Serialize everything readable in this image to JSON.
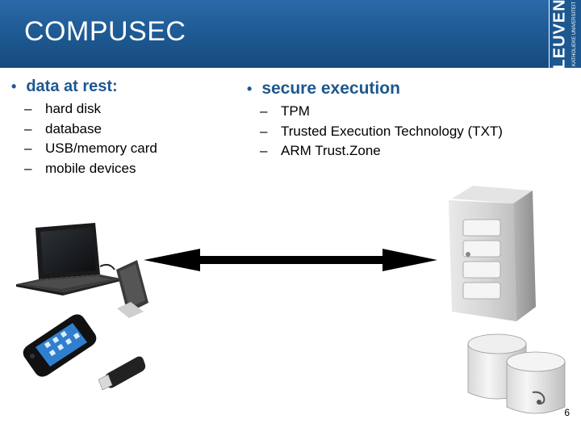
{
  "slide": {
    "title": "COMPUSEC",
    "logo_text": "LEUVEN",
    "logo_subtext": "KATHOLIEKE UNIVERSITEIT",
    "page_number": "6"
  },
  "left": {
    "heading": "data at rest:",
    "items": [
      "hard disk",
      "database",
      "USB/memory card",
      "mobile devices"
    ]
  },
  "right": {
    "heading": "secure execution",
    "items": [
      "TPM",
      "Trusted Execution Technology (TXT)",
      "ARM Trust.Zone"
    ]
  },
  "glyphs": {
    "bullet": "•",
    "dash": "–"
  },
  "colors": {
    "header": "#1d5891",
    "heading_text": "#1d5891"
  },
  "icons": [
    "laptop-icon",
    "tablet-icon",
    "smartphone-icon",
    "usb-drive-icon",
    "double-arrow-icon",
    "server-tower-icon",
    "database-icon"
  ]
}
